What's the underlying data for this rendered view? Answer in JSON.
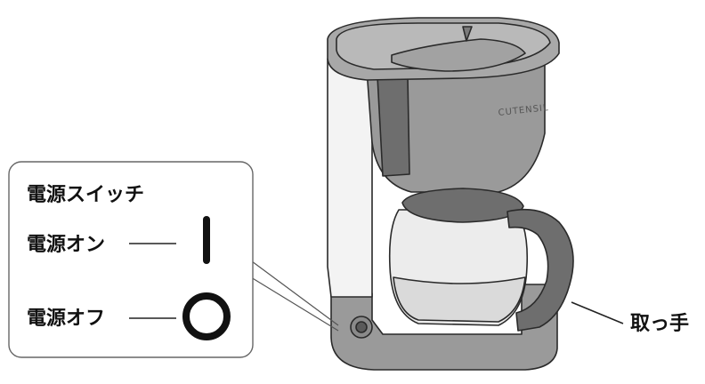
{
  "callout": {
    "title": "電源スイッチ",
    "power_on_label": "電源オン",
    "power_off_label": "電源オフ"
  },
  "handle_label": "取っ手",
  "brand_text": "CUTENSIL",
  "colors": {
    "body_gray": "#9a9a9a",
    "dark_gray": "#6e6e6e",
    "light_gray": "#c4c4c4",
    "outline": "#2a2a2a",
    "text": "#111111"
  },
  "icons": [
    "power-on-symbol-icon",
    "power-off-symbol-icon"
  ]
}
